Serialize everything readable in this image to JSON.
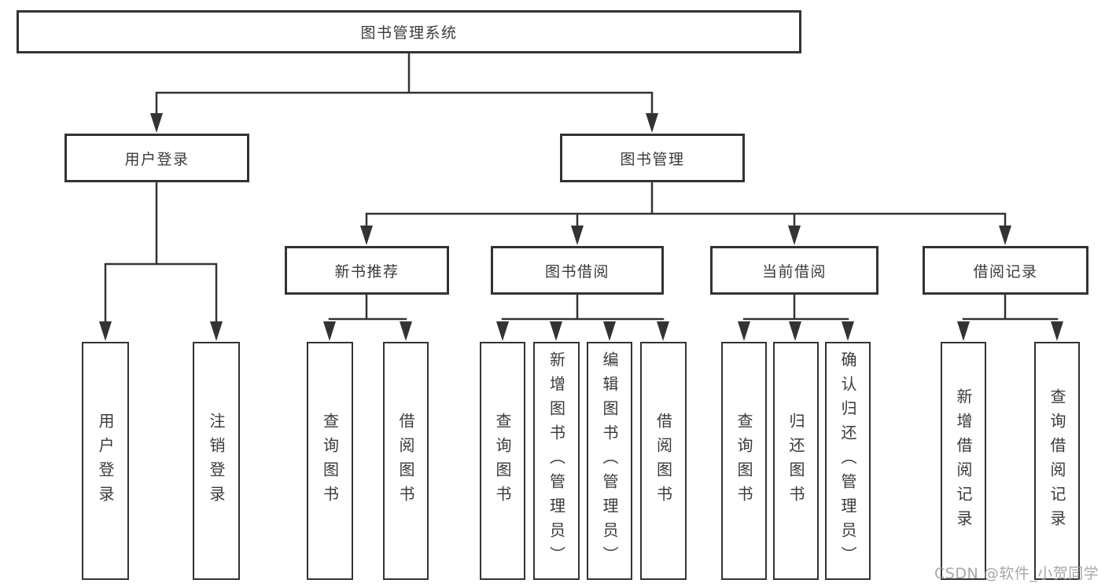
{
  "diagram": {
    "root": {
      "label": "图书管理系统"
    },
    "user_branch": {
      "label": "用户登录",
      "children": [
        {
          "label": "用户登录"
        },
        {
          "label": "注销登录"
        }
      ]
    },
    "book_branch": {
      "label": "图书管理",
      "sections": [
        {
          "label": "新书推荐",
          "children": [
            {
              "label": "查询图书"
            },
            {
              "label": "借阅图书"
            }
          ]
        },
        {
          "label": "图书借阅",
          "children": [
            {
              "label": "查询图书"
            },
            {
              "label": "新增图书（管理员）"
            },
            {
              "label": "编辑图书（管理员）"
            },
            {
              "label": "借阅图书"
            }
          ]
        },
        {
          "label": "当前借阅",
          "children": [
            {
              "label": "查询图书"
            },
            {
              "label": "归还图书"
            },
            {
              "label": "确认归还（管理员）"
            }
          ]
        },
        {
          "label": "借阅记录",
          "children": [
            {
              "label": "新增借阅记录"
            },
            {
              "label": "查询借阅记录"
            }
          ]
        }
      ]
    },
    "colors": {
      "line": "#333333",
      "border": "#333333",
      "text": "#3a3a3a",
      "watermark": "#9b9b9b",
      "background": "#ffffff"
    }
  },
  "watermark": {
    "text": "CSDN @软件_小贺同学"
  }
}
